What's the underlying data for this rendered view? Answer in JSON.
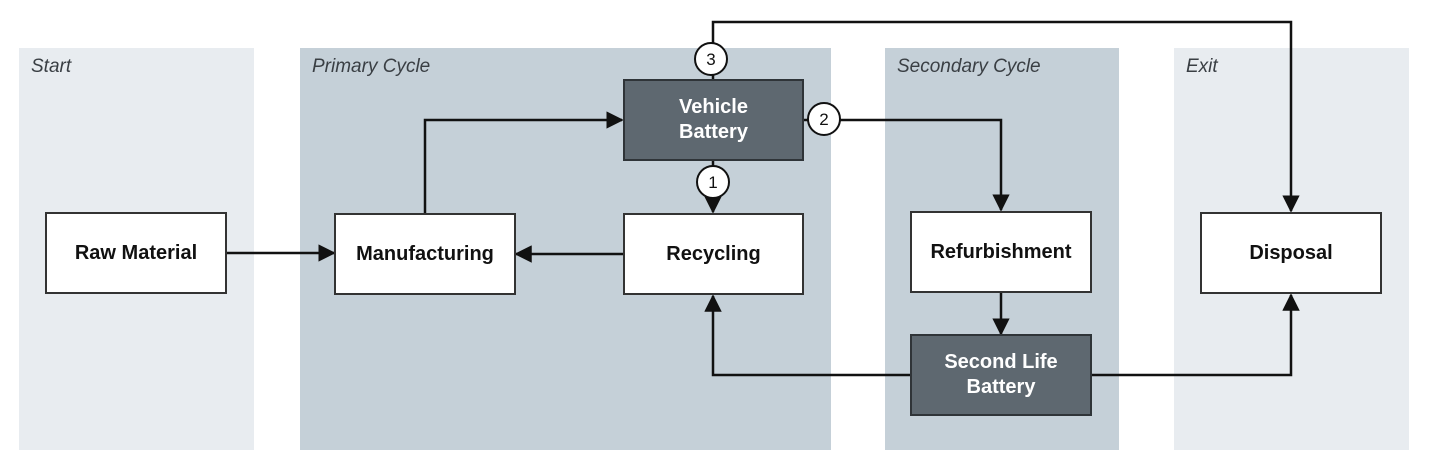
{
  "lanes": {
    "start": "Start",
    "primary": "Primary Cycle",
    "secondary": "Secondary Cycle",
    "exit": "Exit"
  },
  "nodes": {
    "raw_material": "Raw Material",
    "manufacturing": "Manufacturing",
    "vehicle_battery": "Vehicle\nBattery",
    "recycling": "Recycling",
    "refurbishment": "Refurbishment",
    "second_life_battery": "Second Life\nBattery",
    "disposal": "Disposal"
  },
  "badges": {
    "one": "1",
    "two": "2",
    "three": "3"
  },
  "colors": {
    "lane_light": "#e8ecf0",
    "lane_dark": "#c5d0d8",
    "box_dark": "#5e6870",
    "line": "#111111"
  }
}
